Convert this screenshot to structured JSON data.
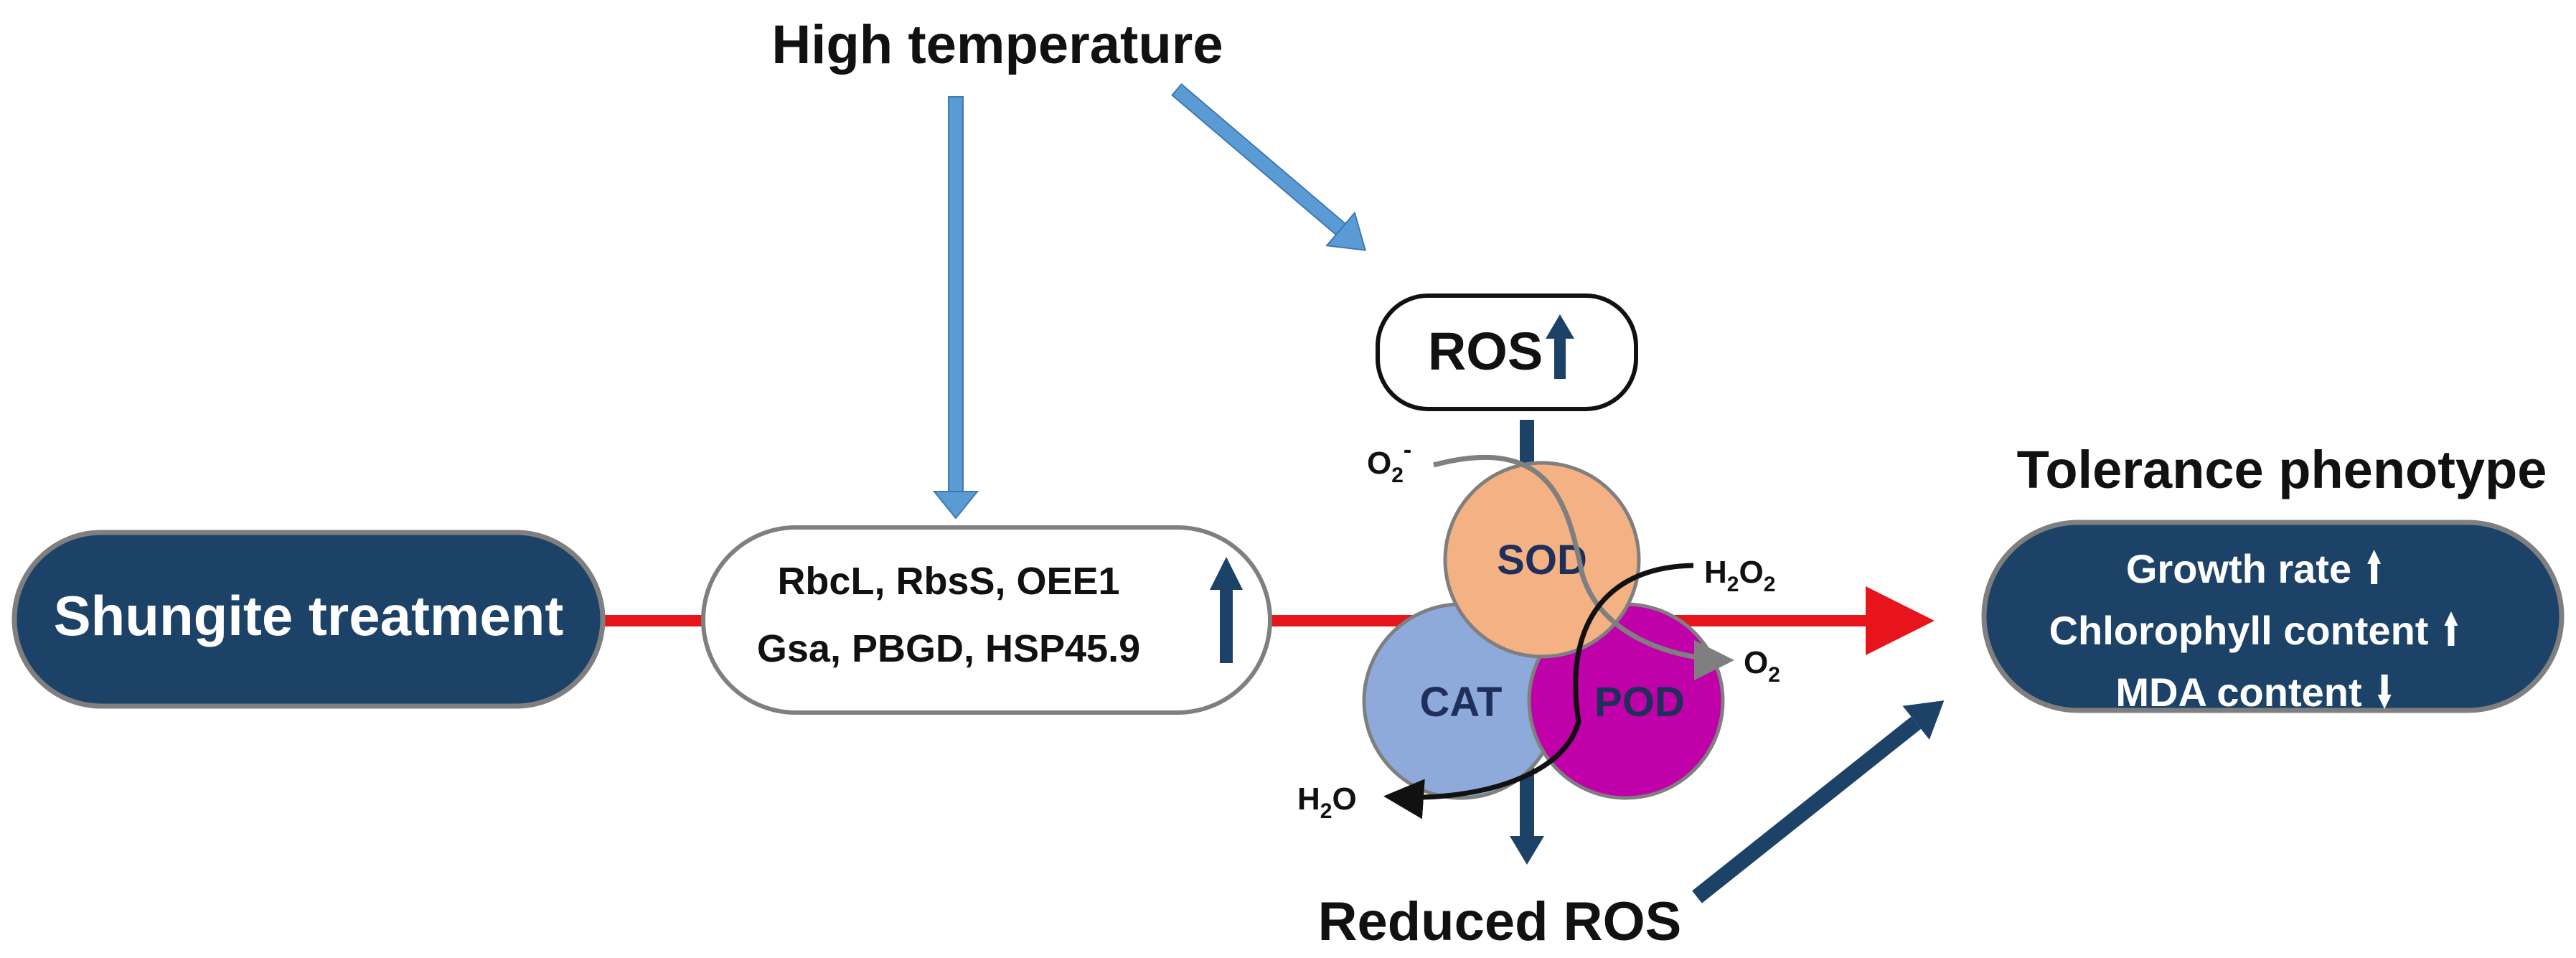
{
  "title_stress": "High temperature",
  "treatment": "Shungite treatment",
  "genes": {
    "line1": "RbcL, RbsS, OEE1",
    "line2": "Gsa, PBGD, HSP45.9"
  },
  "ros_label": "ROS",
  "enzymes": {
    "sod": "SOD",
    "cat": "CAT",
    "pod": "POD"
  },
  "species": {
    "o2_minus_base": "O",
    "o2_minus_sub": "2",
    "o2_minus_sup": "-",
    "h2o2_a": "H",
    "h2o2_sub1": "2",
    "h2o2_b": "O",
    "h2o2_sub2": "2",
    "o2_base": "O",
    "o2_sub": "2",
    "h2o_a": "H",
    "h2o_sub": "2",
    "h2o_b": "O"
  },
  "reduced_ros": "Reduced ROS",
  "phenotype": {
    "heading": "Tolerance phenotype",
    "traits": [
      {
        "label": "Growth rate",
        "direction": "up"
      },
      {
        "label": "Chlorophyll content",
        "direction": "up"
      },
      {
        "label": "MDA content",
        "direction": "down"
      }
    ]
  },
  "colors": {
    "navy": "#1d4268",
    "light_blue_arrow": "#5b9bd5",
    "red_line": "#e8141b",
    "sod": "#f4b183",
    "cat": "#8eaadb",
    "pod": "#c000a8",
    "enzyme_text": "#1f2f5a",
    "outline_gray": "#7f7f7f"
  }
}
